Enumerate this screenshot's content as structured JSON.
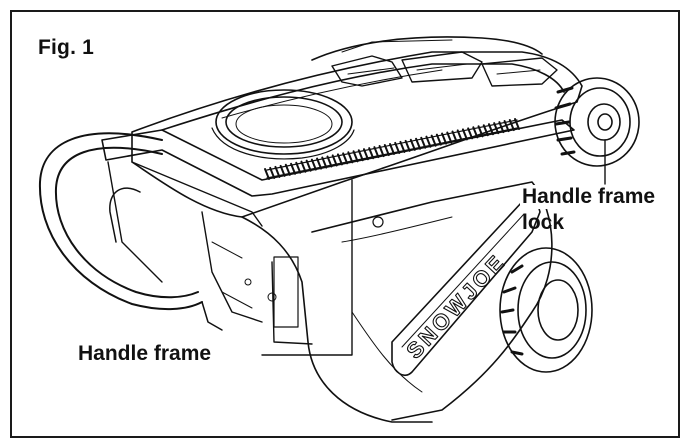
{
  "figure": {
    "title": "Fig. 1",
    "callouts": {
      "handle_frame_lock_line1": "Handle frame",
      "handle_frame_lock_line2": "lock",
      "handle_frame": "Handle frame"
    },
    "brand_mark": "SNOWJOE"
  },
  "colors": {
    "line": "#111111",
    "paper": "#ffffff",
    "frame": "#1a1a1a"
  }
}
